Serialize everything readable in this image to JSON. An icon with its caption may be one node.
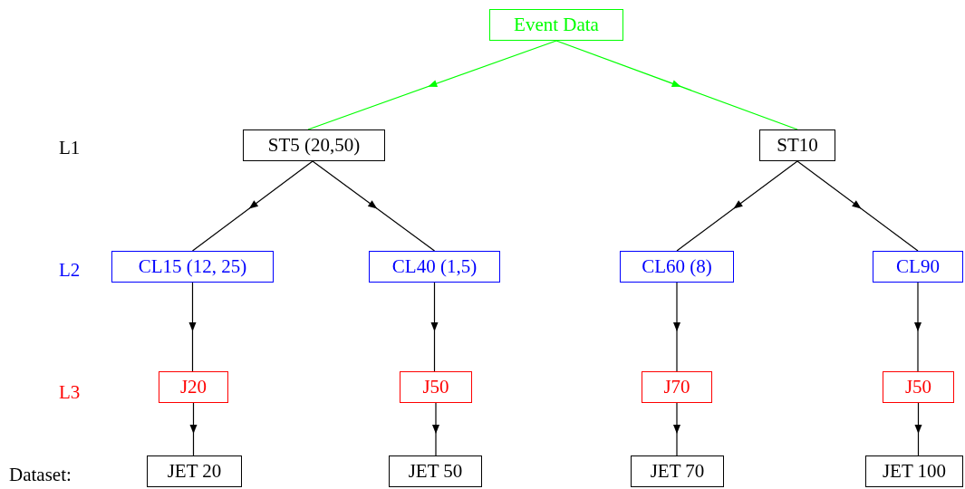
{
  "diagram": {
    "nodes": [
      {
        "text": [
          "Event Data"
        ]
      },
      {
        "text": [
          "ST5 (20,50)"
        ]
      },
      {
        "text": [
          "ST10"
        ]
      },
      {
        "text": [
          "CL15 (12, 25)"
        ]
      },
      {
        "text": [
          "CL40 (1,5)"
        ]
      },
      {
        "text": [
          "CL60 (8)"
        ]
      },
      {
        "text": [
          "CL90"
        ]
      },
      {
        "text": [
          "J20"
        ]
      },
      {
        "text": [
          "J50"
        ]
      },
      {
        "text": [
          "J70"
        ]
      },
      {
        "text": [
          "J50"
        ]
      },
      {
        "text": [
          "JET 20"
        ]
      },
      {
        "text": [
          "JET 50"
        ]
      },
      {
        "text": [
          "JET 70"
        ]
      },
      {
        "text": [
          "JET 100"
        ]
      }
    ],
    "edges": [
      {
        "from": 0,
        "to": 1,
        "arrow": "to",
        "color": "#00ff00"
      },
      {
        "from": 0,
        "to": 2,
        "arrow": "to",
        "color": "#00ff00"
      },
      {
        "from": 1,
        "to": 3,
        "arrow": "to"
      },
      {
        "from": 1,
        "to": 4,
        "arrow": "to"
      },
      {
        "from": 2,
        "to": 5,
        "arrow": "to"
      },
      {
        "from": 2,
        "to": 6,
        "arrow": "to"
      },
      {
        "from": 3,
        "to": 7,
        "arrow": "to"
      },
      {
        "from": 4,
        "to": 8,
        "arrow": "to"
      },
      {
        "from": 5,
        "to": 9,
        "arrow": "to"
      },
      {
        "from": 6,
        "to": 10,
        "arrow": "to"
      },
      {
        "from": 7,
        "to": 11,
        "arrow": "to"
      },
      {
        "from": 8,
        "to": 12,
        "arrow": "to"
      },
      {
        "from": 9,
        "to": 13,
        "arrow": "to"
      },
      {
        "from": 10,
        "to": 14,
        "arrow": "to"
      }
    ],
    "labels": [
      "L1",
      "L2",
      "L3",
      "Dataset:"
    ]
  }
}
